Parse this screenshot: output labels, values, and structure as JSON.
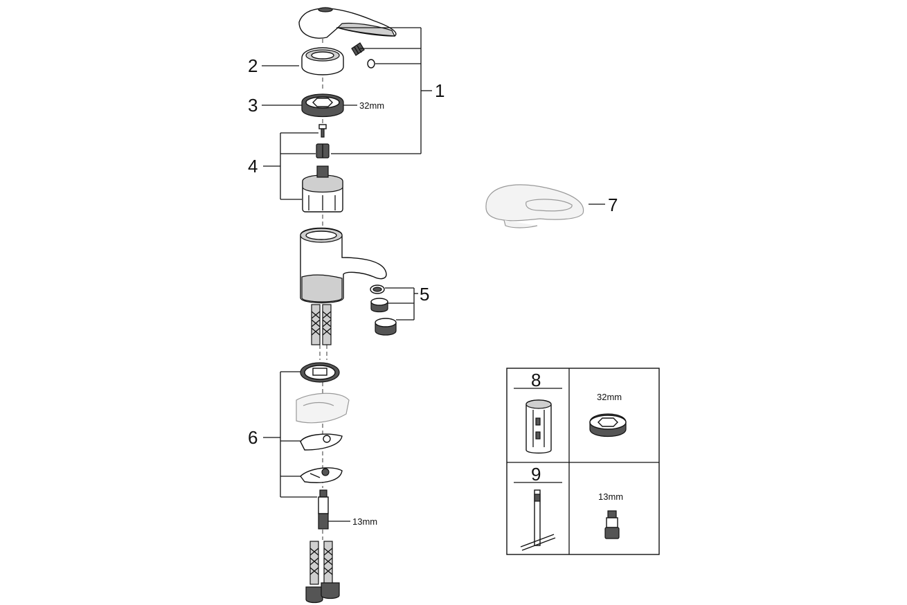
{
  "callouts": {
    "c1": "1",
    "c2": "2",
    "c3": "3",
    "c4": "4",
    "c5": "5",
    "c6": "6",
    "c7": "7",
    "c8": "8",
    "c9": "9"
  },
  "dimensions": {
    "nut_32": "32mm",
    "nut_13": "13mm",
    "table_32": "32mm",
    "table_13": "13mm"
  }
}
